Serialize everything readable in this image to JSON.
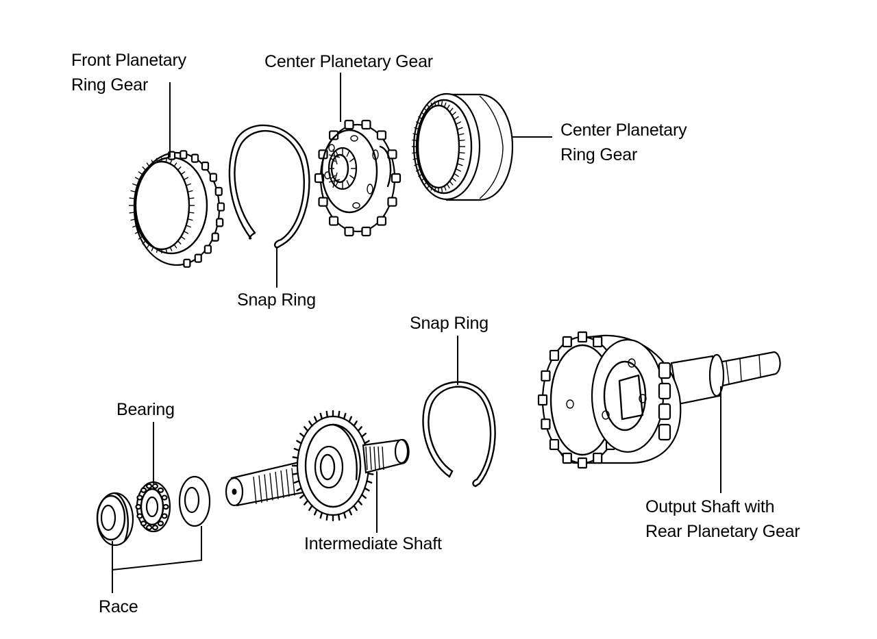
{
  "labels": {
    "front_ring_gear": [
      "Front Planetary",
      "Ring Gear"
    ],
    "center_planetary_gear": "Center Planetary Gear",
    "center_ring_gear": [
      "Center Planetary",
      "Ring Gear"
    ],
    "snap_ring_top": "Snap Ring",
    "snap_ring_bottom": "Snap Ring",
    "bearing": "Bearing",
    "intermediate_shaft": "Intermediate Shaft",
    "output_shaft": [
      "Output Shaft with",
      "Rear Planetary Gear"
    ],
    "race": "Race"
  },
  "colors": {
    "ink": "#000000",
    "paper": "#ffffff"
  }
}
